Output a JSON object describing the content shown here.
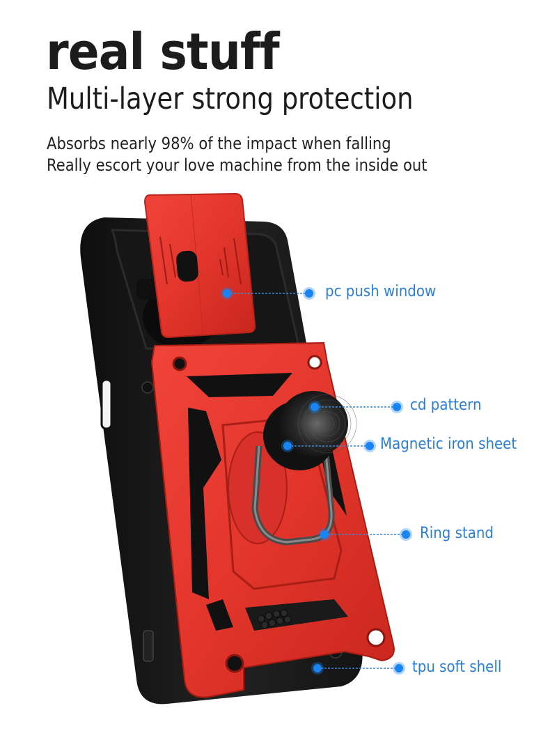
{
  "header": {
    "title": "real stuff",
    "subtitle": "Multi-layer strong protection",
    "description_lines": [
      "Absorbs nearly 98% of the impact when falling",
      "Really escort your love machine from the inside out"
    ]
  },
  "product": {
    "name": "phone-case-exploded-view",
    "colors": {
      "case_red": "#e63a2e",
      "case_red_dark": "#b81f16",
      "tpu_black": "#1a1a1a",
      "callout_blue": "#2a7fd4",
      "dot_blue": "#1a84f0"
    }
  },
  "callouts": [
    {
      "id": "pc-push-window",
      "label": "pc push window"
    },
    {
      "id": "cd-pattern",
      "label": "cd pattern"
    },
    {
      "id": "magnetic-iron-sheet",
      "label": "Magnetic iron sheet"
    },
    {
      "id": "ring-stand",
      "label": "Ring stand"
    },
    {
      "id": "tpu-soft-shell",
      "label": "tpu soft shell"
    }
  ]
}
